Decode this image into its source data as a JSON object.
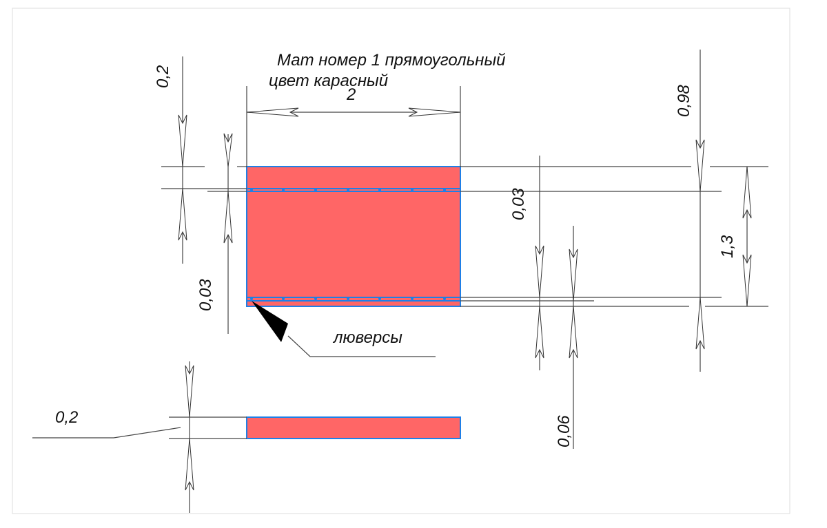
{
  "title_line1": "Мат номер 1 прямоугольный",
  "title_line2": "цвет карасный",
  "dimensions": {
    "width": "2",
    "top_edge_left": "0,2",
    "top_strip_left": "0,03",
    "strip_right": "0,03",
    "strip_gap": "0,06",
    "right_inner": "0,98",
    "height": "1,3",
    "thickness": "0,2"
  },
  "leader_label": "люверсы",
  "colors": {
    "mat_fill": "#ff6666",
    "mat_outline": "#1f7fe6"
  }
}
